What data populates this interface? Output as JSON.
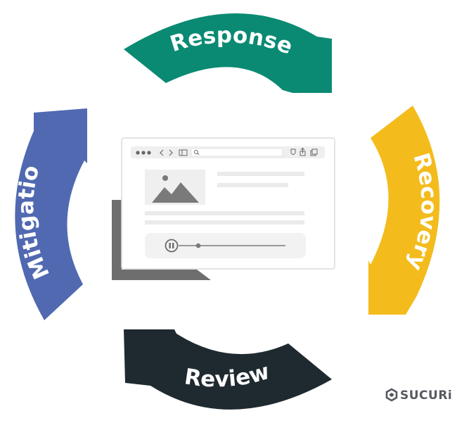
{
  "cycle": {
    "response": {
      "label": "Response",
      "color": "#0a8a73"
    },
    "recovery": {
      "label": "Recovery",
      "color": "#f3bc1c"
    },
    "review": {
      "label": "Review",
      "color": "#1f2a30"
    },
    "mitigation": {
      "label": "Mitigation",
      "color": "#5169b1"
    }
  },
  "illustration": {
    "icons": [
      "browser-window-icon",
      "image-placeholder-icon",
      "pause-icon",
      "shield-icon",
      "share-icon",
      "tabs-icon",
      "search-icon"
    ]
  },
  "logo": {
    "text": "SUCURi",
    "color": "#555a60"
  }
}
